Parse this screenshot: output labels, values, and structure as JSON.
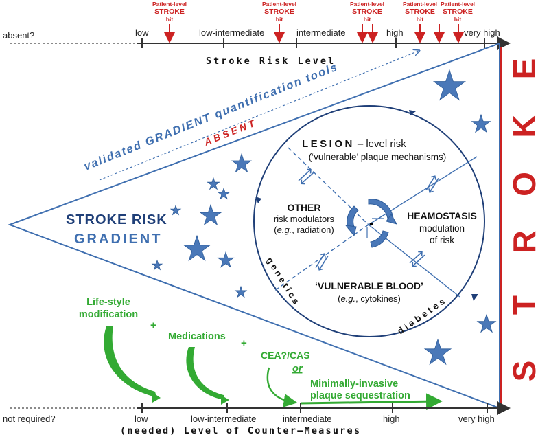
{
  "top_axis": {
    "start_label": "absent?",
    "ticks": [
      "low",
      "low-intermediate",
      "intermediate",
      "high",
      "very high"
    ],
    "title": "Stroke Risk Level"
  },
  "bottom_axis": {
    "start_label": "not required?",
    "ticks": [
      "low",
      "low-intermediate",
      "intermediate",
      "high",
      "very high"
    ],
    "title": "(needed) Level of Counter–Measures"
  },
  "hits": {
    "line1": "Patient-level",
    "line2": "STROKE",
    "line3": "hit",
    "color": "#cc2222"
  },
  "gradient_tools": {
    "text": "validated GRADIENT quantification tools",
    "absent": "ABSENT"
  },
  "stroke_bar": {
    "letters": [
      "S",
      "T",
      "R",
      "O",
      "K",
      "E"
    ],
    "color": "#cc2222"
  },
  "gradient_label": {
    "line1": "STROKE RISK",
    "line2": "GRADIENT"
  },
  "circle": {
    "lesion_title": "LESION",
    "lesion_rest": "– level risk",
    "lesion_sub": "(‘vulnerable’ plaque mechanisms)",
    "other_title": "OTHER",
    "other_sub1": "risk modulators",
    "other_sub2_em": "e.g.",
    "other_sub2_rest": ", radiation)",
    "haem_title": "HEAMOSTASIS",
    "haem_sub1": "modulation",
    "haem_sub2": "of risk",
    "blood_title": "‘VULNERABLE BLOOD’",
    "blood_sub_em": "e.g.",
    "blood_sub_rest": ", cytokines)",
    "genetics": "genetics",
    "diabetes": "diabetes"
  },
  "interventions": {
    "lifestyle1": "Life-style",
    "lifestyle2": "modification",
    "plus": "+",
    "medications": "Medications",
    "cea": "CEA?/CAS",
    "or": "or",
    "mip1": "Minimally-invasive",
    "mip2": "plaque sequestration",
    "color": "#33aa33"
  },
  "colors": {
    "blue": "#3f6fb0",
    "navy": "#1f3f78",
    "star": "#4a78b8",
    "axis": "#333333"
  }
}
